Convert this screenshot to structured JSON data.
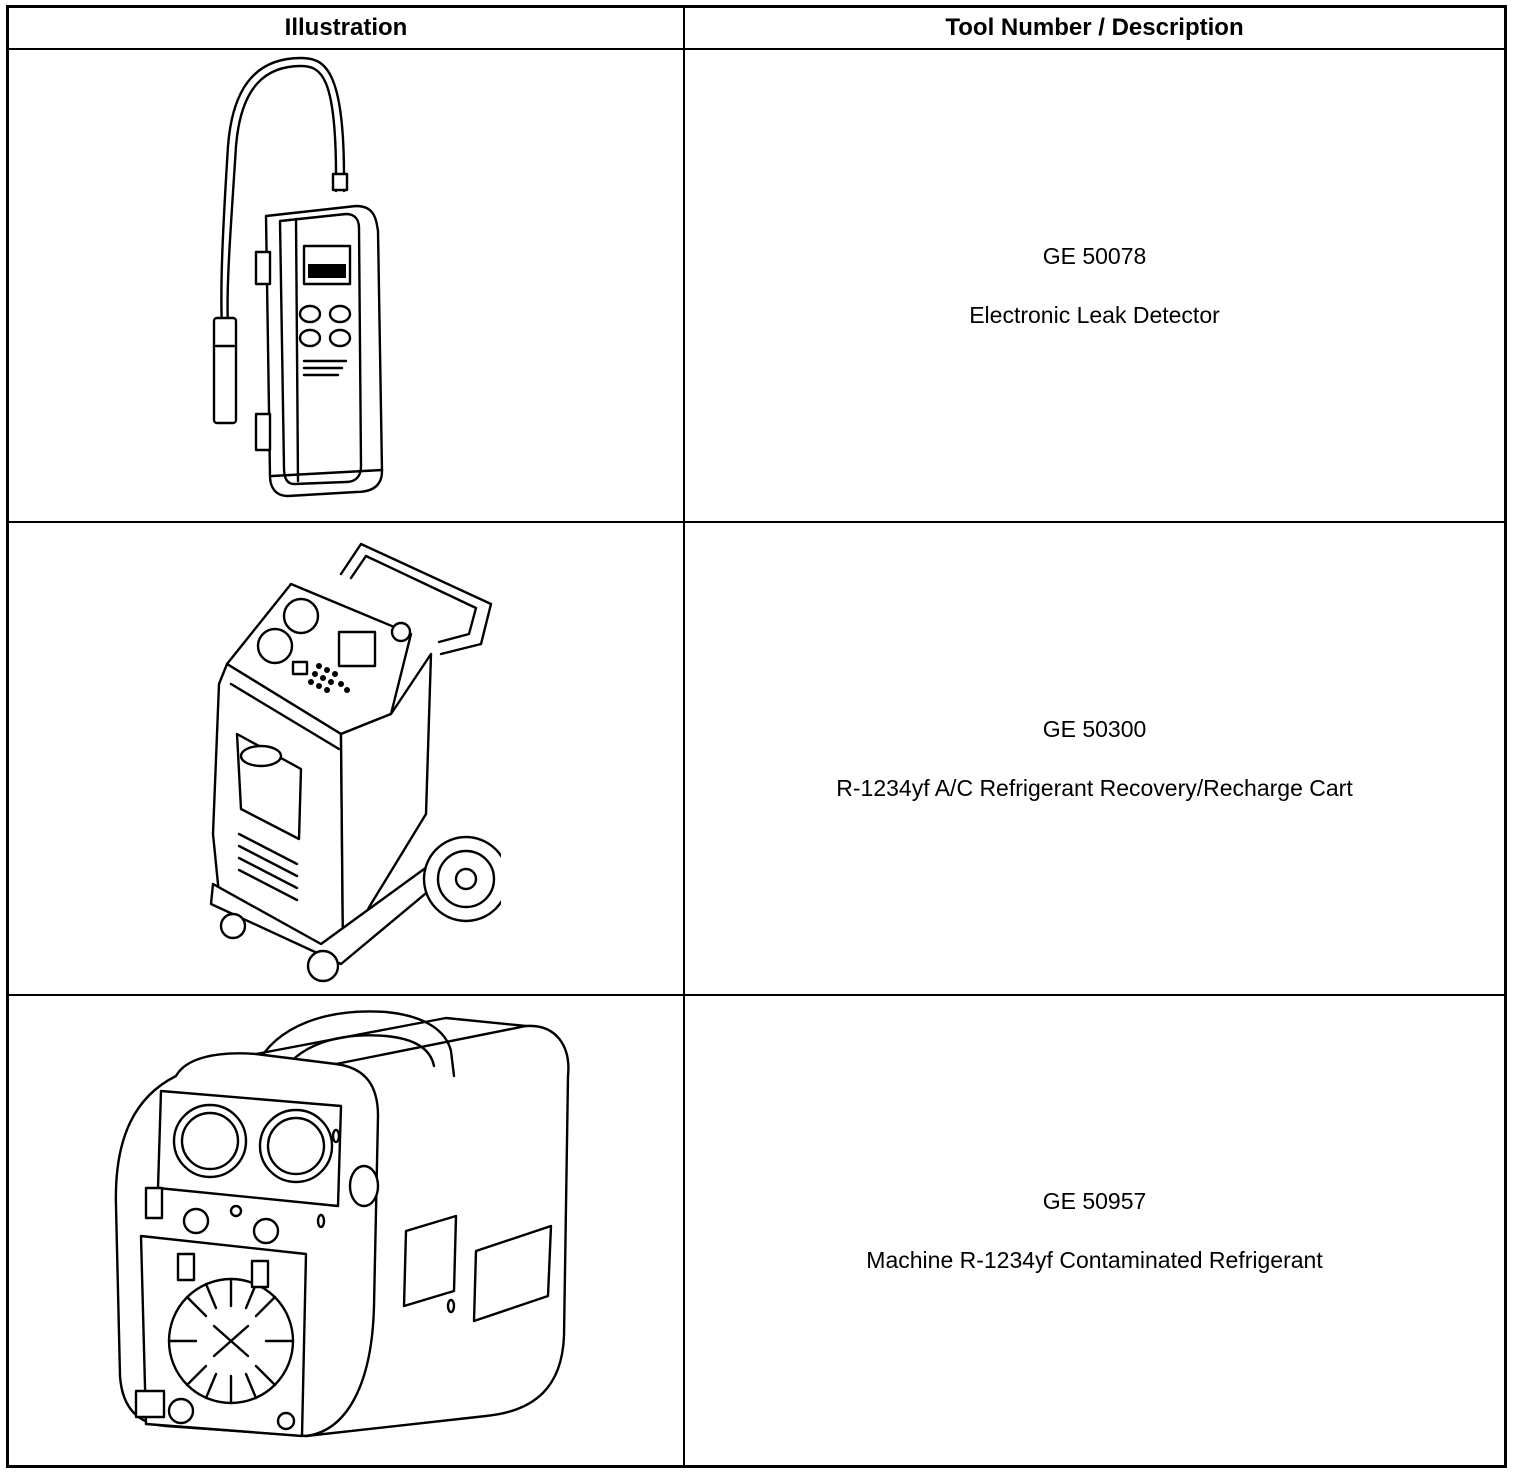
{
  "table": {
    "headers": {
      "illustration": "Illustration",
      "tool": "Tool Number / Description"
    },
    "rows": [
      {
        "tool_number": "GE 50078",
        "description": "Electronic Leak Detector",
        "illustration_icon": "leak-detector-icon"
      },
      {
        "tool_number": "GE 50300",
        "description": "R-1234yf A/C Refrigerant Recovery/Recharge Cart",
        "illustration_icon": "recovery-cart-icon"
      },
      {
        "tool_number": "GE 50957",
        "description": "Machine R-1234yf Contaminated Refrigerant",
        "illustration_icon": "recovery-machine-icon"
      }
    ]
  },
  "colors": {
    "line": "#000000",
    "background": "#ffffff"
  }
}
